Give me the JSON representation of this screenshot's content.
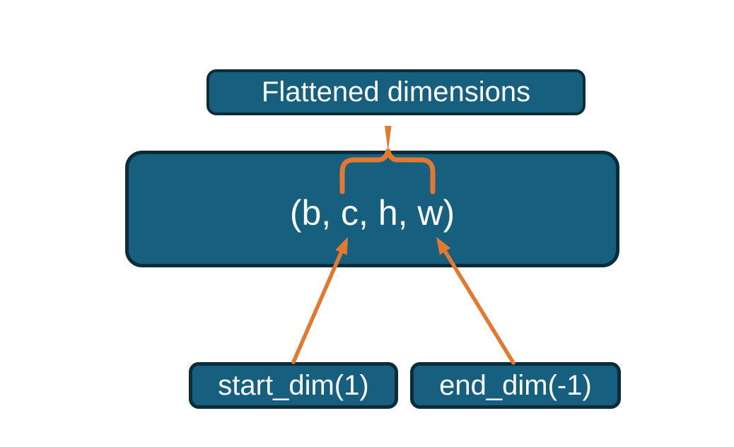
{
  "diagram": {
    "title_box": {
      "label": "Flattened dimensions"
    },
    "tensor_box": {
      "label": "(b, c, h, w)"
    },
    "start_box": {
      "label": "start_dim(1)"
    },
    "end_box": {
      "label": "end_dim(-1)"
    }
  },
  "colors": {
    "background": "#ffffff",
    "box_fill": "#175f7f",
    "box_border": "#0c2c3a",
    "accent_orange": "#e2792f",
    "text": "#fbfdfd"
  }
}
